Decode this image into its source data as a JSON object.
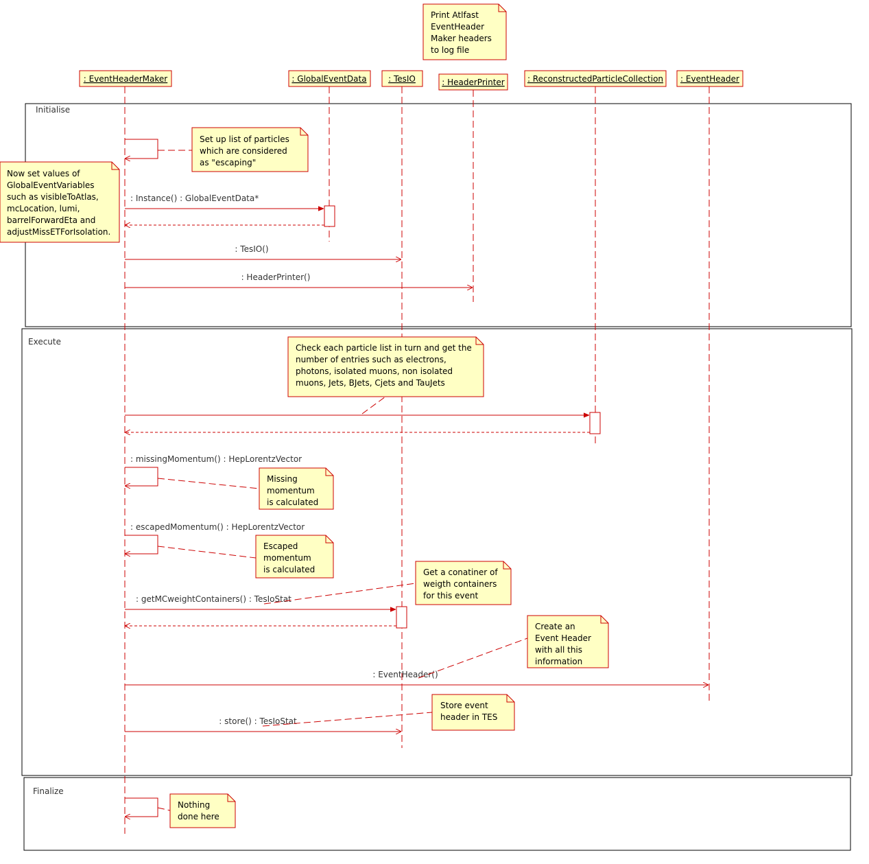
{
  "colors": {
    "line": "#cc0000",
    "note_fill": "#ffffc4",
    "frame": "#000000",
    "text": "#000000"
  },
  "objects": [
    {
      "id": "ehm",
      "label": ": EventHeaderMaker"
    },
    {
      "id": "ged",
      "label": ": GlobalEventData"
    },
    {
      "id": "tes",
      "label": ": TesIO"
    },
    {
      "id": "hp",
      "label": ": HeaderPrinter"
    },
    {
      "id": "rpc",
      "label": ": ReconstructedParticleCollection"
    },
    {
      "id": "eh",
      "label": ": EventHeader"
    }
  ],
  "frames": [
    {
      "id": "initialise",
      "label": "Initialise"
    },
    {
      "id": "execute",
      "label": "Execute"
    },
    {
      "id": "finalize",
      "label": "Finalize"
    }
  ],
  "messages": [
    {
      "id": "self-setup",
      "from": "ehm",
      "to": "ehm",
      "type": "self",
      "label": ""
    },
    {
      "id": "instance",
      "from": "ehm",
      "to": "ged",
      "type": "call",
      "label": ": Instance() : GlobalEventData*"
    },
    {
      "id": "instance-return",
      "from": "ged",
      "to": "ehm",
      "type": "return",
      "label": ""
    },
    {
      "id": "tesio",
      "from": "ehm",
      "to": "tes",
      "type": "call",
      "label": ": TesIO()"
    },
    {
      "id": "headerprinter",
      "from": "ehm",
      "to": "hp",
      "type": "call",
      "label": ": HeaderPrinter()"
    },
    {
      "id": "check-lists",
      "from": "ehm",
      "to": "rpc",
      "type": "call",
      "label": ""
    },
    {
      "id": "check-lists-return",
      "from": "rpc",
      "to": "ehm",
      "type": "return",
      "label": ""
    },
    {
      "id": "missing-momentum",
      "from": "ehm",
      "to": "ehm",
      "type": "self",
      "label": ": missingMomentum() : HepLorentzVector"
    },
    {
      "id": "escaped-momentum",
      "from": "ehm",
      "to": "ehm",
      "type": "self",
      "label": ": escapedMomentum() : HepLorentzVector"
    },
    {
      "id": "get-mc-weight",
      "from": "ehm",
      "to": "tes",
      "type": "call",
      "label": ": getMCweightContainers() : TesIoStat"
    },
    {
      "id": "get-mc-weight-return",
      "from": "tes",
      "to": "ehm",
      "type": "return",
      "label": ""
    },
    {
      "id": "event-header",
      "from": "ehm",
      "to": "eh",
      "type": "call",
      "label": ": EventHeader()"
    },
    {
      "id": "store",
      "from": "ehm",
      "to": "tes",
      "type": "call",
      "label": ": store() : TesIoStat"
    },
    {
      "id": "finalize-self",
      "from": "ehm",
      "to": "ehm",
      "type": "self",
      "label": ""
    }
  ],
  "notes": [
    {
      "id": "print-headers",
      "lines": [
        "Print Atlfast",
        "EventHeader",
        "Maker headers",
        "to log file"
      ]
    },
    {
      "id": "setup-particles",
      "lines": [
        "Set up list of particles",
        "which are considered",
        "as \"escaping\""
      ]
    },
    {
      "id": "global-vars",
      "lines": [
        "Now set values of",
        "GlobalEventVariables",
        "such as visibleToAtlas,",
        "mcLocation, lumi,",
        "barrelForwardEta and",
        "adjustMissETForIsolation."
      ]
    },
    {
      "id": "check-each",
      "lines": [
        "Check each particle list in turn and get the",
        "number of entries such as electrons,",
        "photons, isolated muons, non isolated",
        "muons,  Jets, BJets, Cjets and TauJets"
      ]
    },
    {
      "id": "missing-calc",
      "lines": [
        "Missing",
        "momentum",
        "is calculated"
      ]
    },
    {
      "id": "escaped-calc",
      "lines": [
        "Escaped",
        "momentum",
        "is calculated"
      ]
    },
    {
      "id": "get-container",
      "lines": [
        "Get a conatiner of",
        "weigth containers",
        "for this event"
      ]
    },
    {
      "id": "create-header",
      "lines": [
        "Create an",
        "Event Header",
        "with all this",
        "information"
      ]
    },
    {
      "id": "store-header",
      "lines": [
        "Store event",
        "header in TES"
      ]
    },
    {
      "id": "nothing-done",
      "lines": [
        "Nothing",
        "done here"
      ]
    }
  ]
}
